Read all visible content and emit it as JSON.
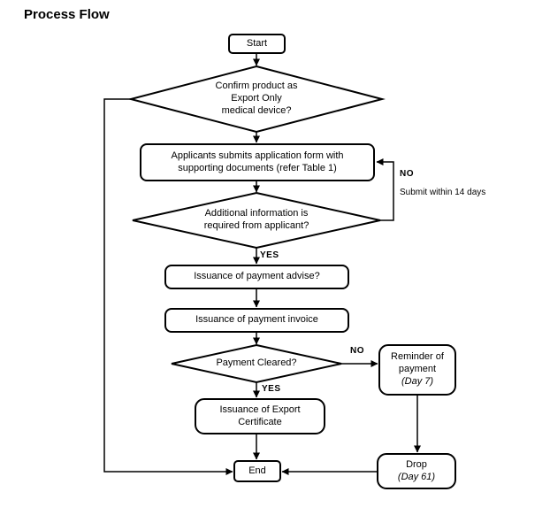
{
  "title": "Process Flow",
  "nodes": {
    "start": {
      "label": "Start"
    },
    "confirm_device": {
      "label": "Confirm product as\nExport Only\nmedical device?"
    },
    "submit_application": {
      "label": "Applicants submits application form with\nsupporting documents (refer Table 1)"
    },
    "additional_info": {
      "label": "Additional information is\nrequired from applicant?"
    },
    "payment_advise": {
      "label": "Issuance of payment advise?"
    },
    "payment_invoice": {
      "label": "Issuance of payment invoice"
    },
    "payment_cleared": {
      "label": "Payment Cleared?"
    },
    "reminder": {
      "label": "Reminder of\npayment",
      "note": "(Day 7)"
    },
    "export_certificate": {
      "label": "Issuance of Export\nCertificate"
    },
    "end": {
      "label": "End"
    },
    "drop": {
      "label": "Drop",
      "note": "(Day 61)"
    }
  },
  "edge_labels": {
    "additional_no": "NO",
    "submit_within": "Submit within 14 days",
    "additional_yes": "YES",
    "payment_no": "NO",
    "payment_yes": "YES"
  }
}
